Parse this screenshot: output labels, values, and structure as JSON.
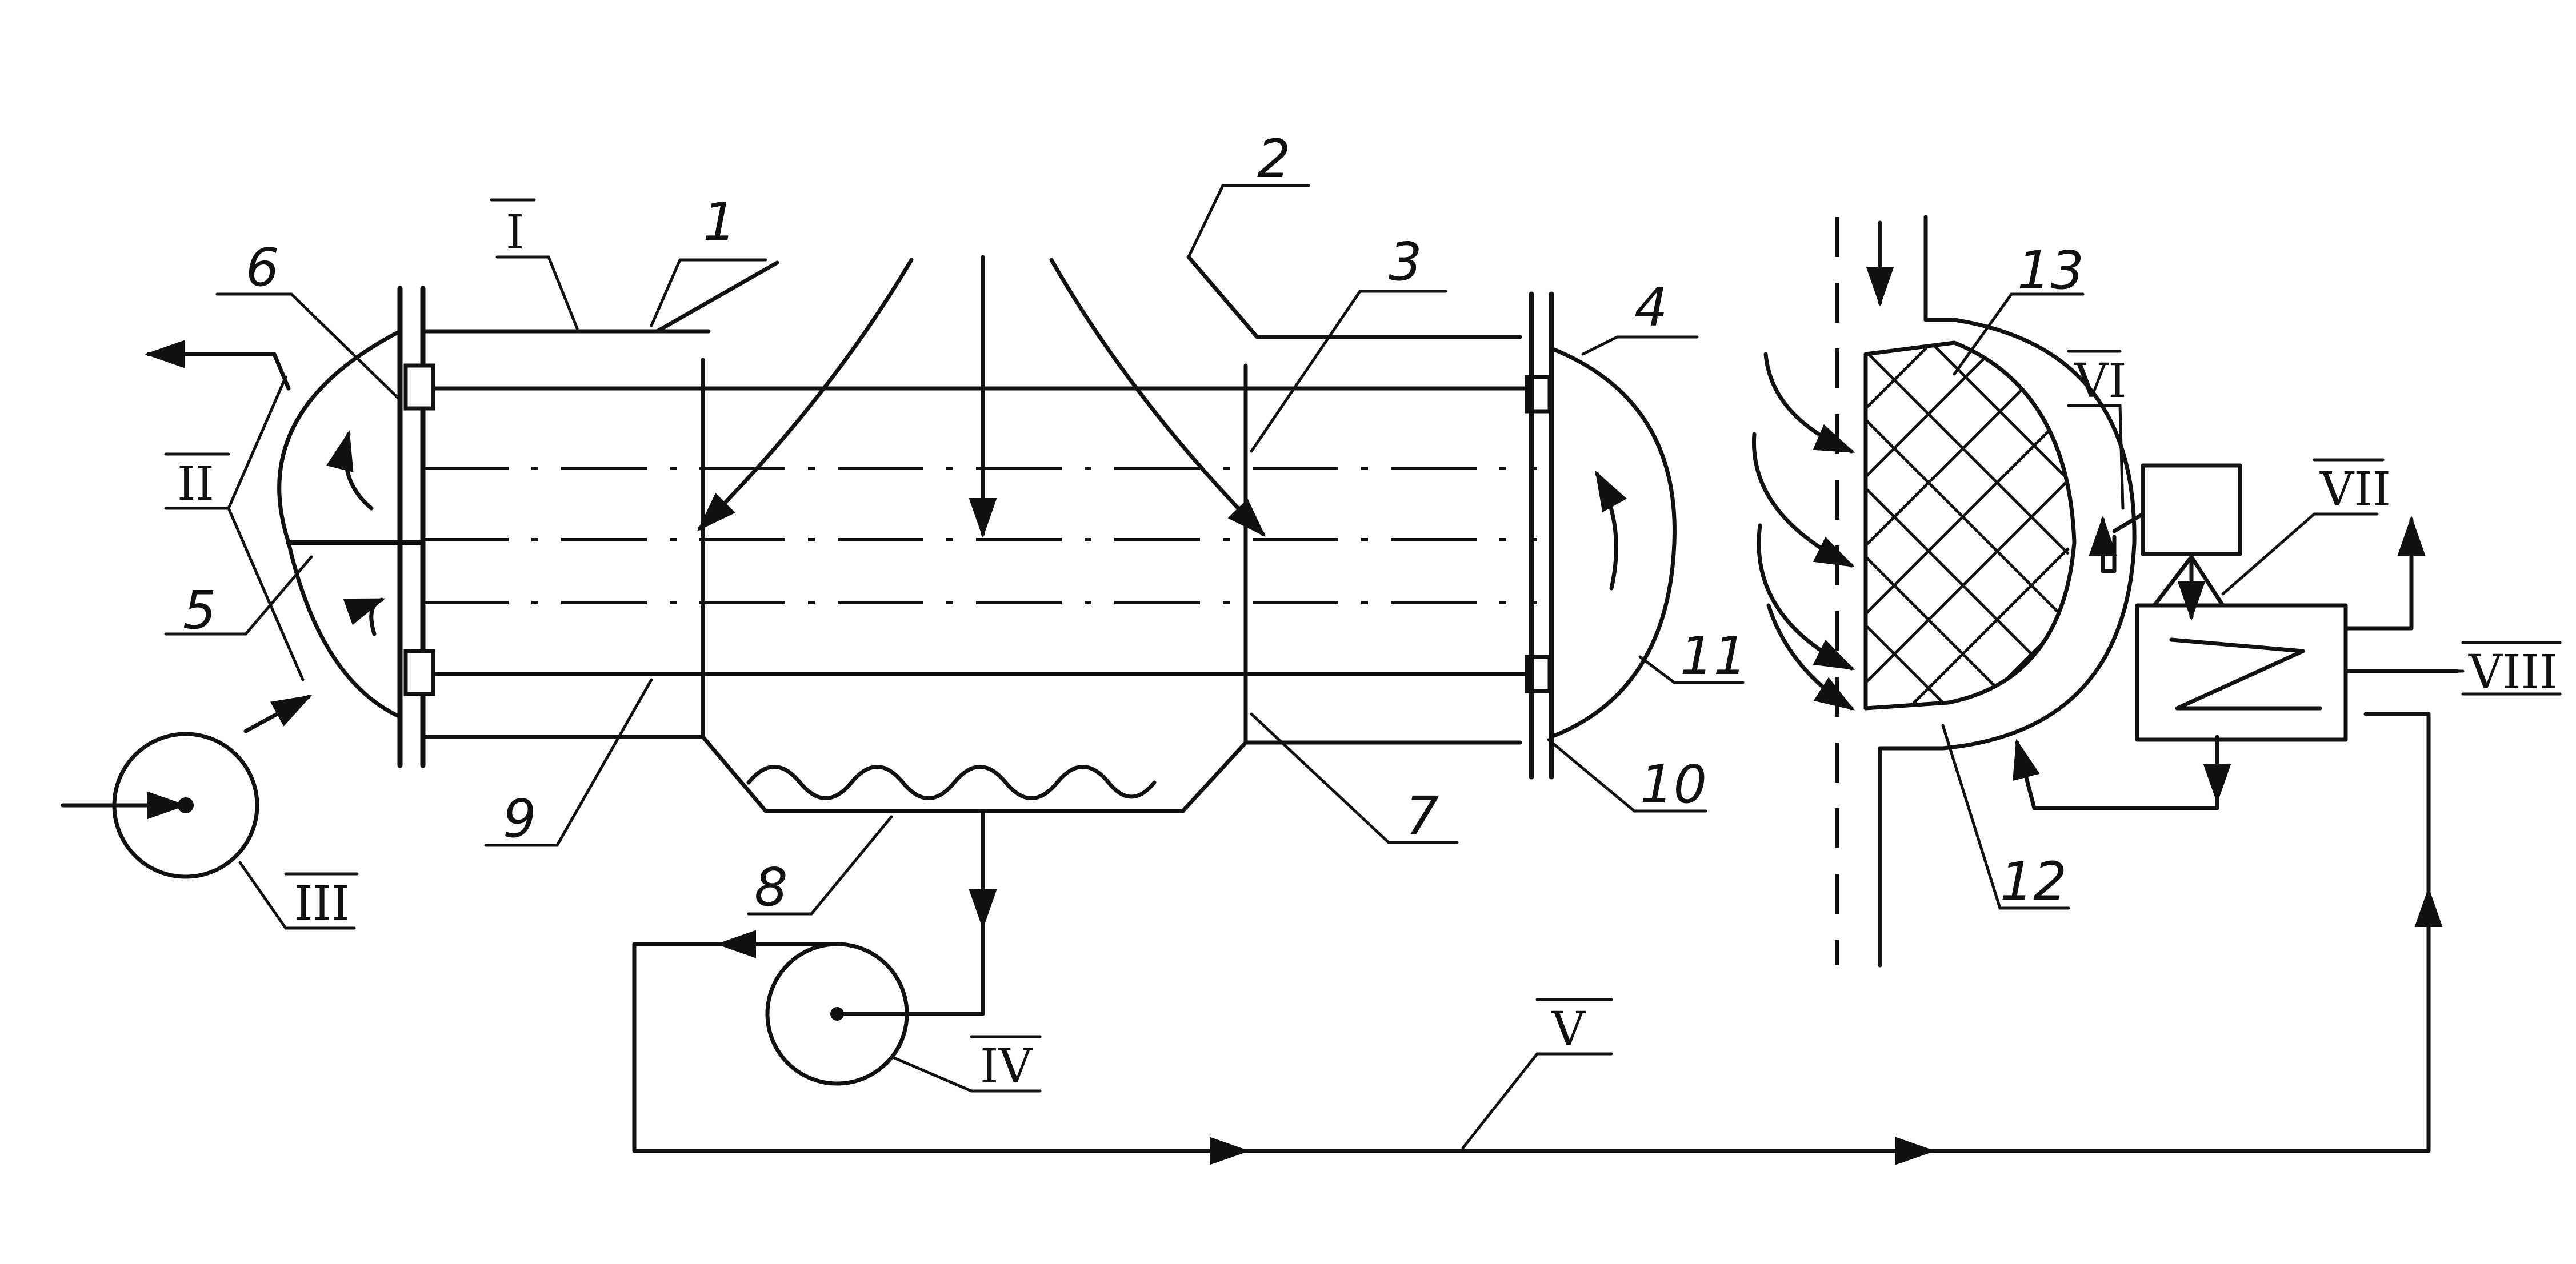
{
  "diagram": {
    "labels": {
      "n1": "1",
      "n2": "2",
      "n3": "3",
      "n4": "4",
      "n5": "5",
      "n6": "6",
      "n7": "7",
      "n8": "8",
      "n9": "9",
      "n10": "10",
      "n11": "11",
      "n12": "12",
      "n13": "13",
      "r1": "I",
      "r2": "II",
      "r3": "III",
      "r4": "IV",
      "r5": "V",
      "r6": "VI",
      "r7": "VII",
      "r8": "VIII"
    }
  }
}
